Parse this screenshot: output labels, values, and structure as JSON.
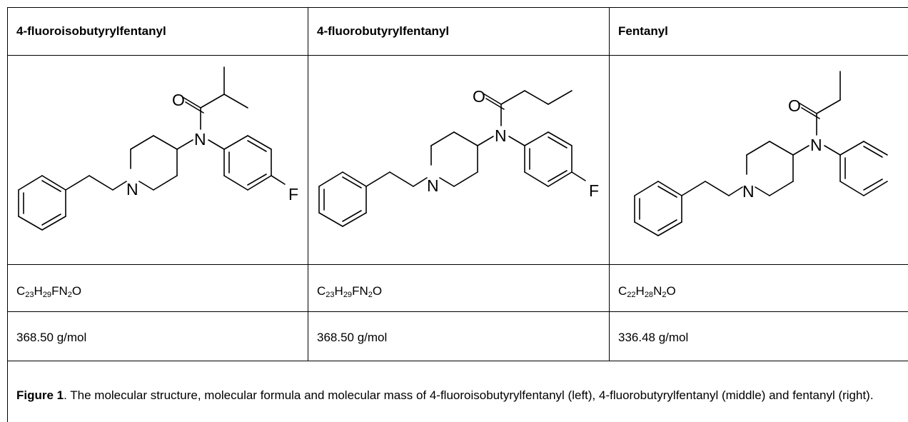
{
  "table": {
    "headers": [
      "4-fluoroisobutyrylfentanyl",
      "4-fluorobutyrylfentanyl",
      "Fentanyl"
    ],
    "formulas": [
      {
        "parts": [
          [
            "C",
            "23"
          ],
          [
            "H",
            "29"
          ],
          [
            "FN",
            "2"
          ],
          [
            "O",
            ""
          ]
        ]
      },
      {
        "parts": [
          [
            "C",
            "23"
          ],
          [
            "H",
            "29"
          ],
          [
            "FN",
            "2"
          ],
          [
            "O",
            ""
          ]
        ]
      },
      {
        "parts": [
          [
            "C",
            "22"
          ],
          [
            "H",
            "28"
          ],
          [
            "N",
            "2"
          ],
          [
            "O",
            ""
          ]
        ]
      }
    ],
    "masses": [
      "368.50 g/mol",
      "368.50 g/mol",
      "336.48 g/mol"
    ],
    "atom_labels": {
      "oxygen": "O",
      "nitrogen": "N",
      "fluorine": "F"
    }
  },
  "caption": {
    "label": "Figure 1",
    "text": ". The molecular structure, molecular formula and molecular mass of 4-fluoroisobutyrylfentanyl (left), 4-fluorobutyrylfentanyl (middle) and fentanyl (right)."
  }
}
